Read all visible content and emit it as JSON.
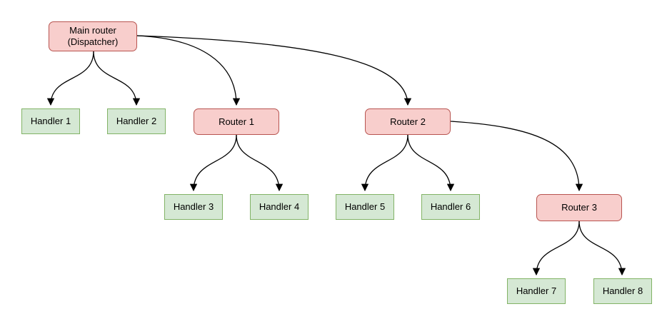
{
  "diagram": {
    "type": "flowchart",
    "nodes": [
      {
        "id": "main-router",
        "kind": "router",
        "lines": [
          "Main router",
          "(Dispatcher)"
        ]
      },
      {
        "id": "handler-1",
        "kind": "handler",
        "label": "Handler 1"
      },
      {
        "id": "handler-2",
        "kind": "handler",
        "label": "Handler 2"
      },
      {
        "id": "router-1",
        "kind": "router",
        "label": "Router 1"
      },
      {
        "id": "router-2",
        "kind": "router",
        "label": "Router 2"
      },
      {
        "id": "handler-3",
        "kind": "handler",
        "label": "Handler 3"
      },
      {
        "id": "handler-4",
        "kind": "handler",
        "label": "Handler 4"
      },
      {
        "id": "handler-5",
        "kind": "handler",
        "label": "Handler 5"
      },
      {
        "id": "handler-6",
        "kind": "handler",
        "label": "Handler 6"
      },
      {
        "id": "router-3",
        "kind": "router",
        "label": "Router 3"
      },
      {
        "id": "handler-7",
        "kind": "handler",
        "label": "Handler 7"
      },
      {
        "id": "handler-8",
        "kind": "handler",
        "label": "Handler 8"
      }
    ],
    "edges": [
      {
        "from": "main-router",
        "to": "handler-1"
      },
      {
        "from": "main-router",
        "to": "handler-2"
      },
      {
        "from": "main-router",
        "to": "router-1"
      },
      {
        "from": "main-router",
        "to": "router-2"
      },
      {
        "from": "router-1",
        "to": "handler-3"
      },
      {
        "from": "router-1",
        "to": "handler-4"
      },
      {
        "from": "router-2",
        "to": "handler-5"
      },
      {
        "from": "router-2",
        "to": "handler-6"
      },
      {
        "from": "router-2",
        "to": "router-3"
      },
      {
        "from": "router-3",
        "to": "handler-7"
      },
      {
        "from": "router-3",
        "to": "handler-8"
      }
    ],
    "colors": {
      "router_fill": "#f8cecc",
      "router_border": "#b85450",
      "handler_fill": "#d5e8d4",
      "handler_border": "#82b366",
      "edge_color": "#000000",
      "background": "#ffffff",
      "text_color": "#000000"
    }
  }
}
